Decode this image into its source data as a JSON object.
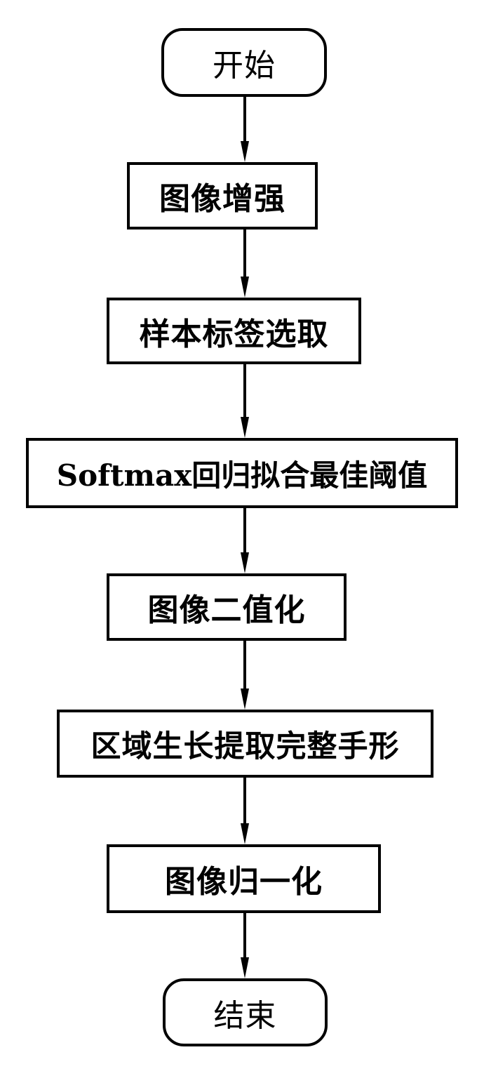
{
  "diagram": {
    "type": "flowchart",
    "direction": "top-to-bottom",
    "line_color": "#000000",
    "background": "#ffffff",
    "nodes": [
      {
        "id": "start",
        "shape": "terminal",
        "label": "开始"
      },
      {
        "id": "step1",
        "shape": "process",
        "label": "图像增强"
      },
      {
        "id": "step2",
        "shape": "process",
        "label": "样本标签选取"
      },
      {
        "id": "step3",
        "shape": "process",
        "label": "Softmax回归拟合最佳阈值"
      },
      {
        "id": "step4",
        "shape": "process",
        "label": "图像二值化"
      },
      {
        "id": "step5",
        "shape": "process",
        "label": "区域生长提取完整手形"
      },
      {
        "id": "step6",
        "shape": "process",
        "label": "图像归一化"
      },
      {
        "id": "end",
        "shape": "terminal",
        "label": "结束"
      }
    ],
    "edges": [
      {
        "from": "start",
        "to": "step1"
      },
      {
        "from": "step1",
        "to": "step2"
      },
      {
        "from": "step2",
        "to": "step3"
      },
      {
        "from": "step3",
        "to": "step4"
      },
      {
        "from": "step4",
        "to": "step5"
      },
      {
        "from": "step5",
        "to": "step6"
      },
      {
        "from": "step6",
        "to": "end"
      }
    ]
  }
}
